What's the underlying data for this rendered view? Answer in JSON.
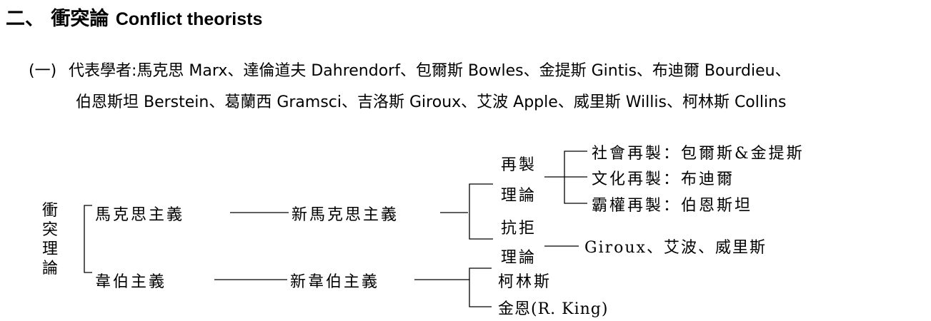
{
  "heading": {
    "number": "二、",
    "title_zh": "衝突論",
    "title_en": "Conflict theorists"
  },
  "section1": {
    "label": "(一)",
    "line1": "代表學者:馬克思 Marx、達倫道夫 Dahrendorf、包爾斯 Bowles、金提斯 Gintis、布迪爾  Bourdieu、",
    "line2": "伯恩斯坦 Berstein、葛蘭西 Gramsci、吉洛斯 Giroux、艾波 Apple、威里斯 Willis、柯林斯 Collins"
  },
  "diagram": {
    "root": "衝突理論",
    "marxism": "馬克思主義",
    "neo_marxism": "新馬克思主義",
    "weber": "韋伯主義",
    "neo_weber": "新韋伯主義",
    "reproduction_line1": "再製",
    "reproduction_line2": "理論",
    "resistance_line1": "抗拒",
    "resistance_line2": "理論",
    "social_repro": "社會再製：包爾斯&金提斯",
    "cultural_repro": "文化再製：布迪爾",
    "hegemony_repro": "霸權再製：伯恩斯坦",
    "resistance_scholars": "Giroux、艾波、威里斯",
    "collins": "柯林斯",
    "king": "金恩(R. King)"
  }
}
